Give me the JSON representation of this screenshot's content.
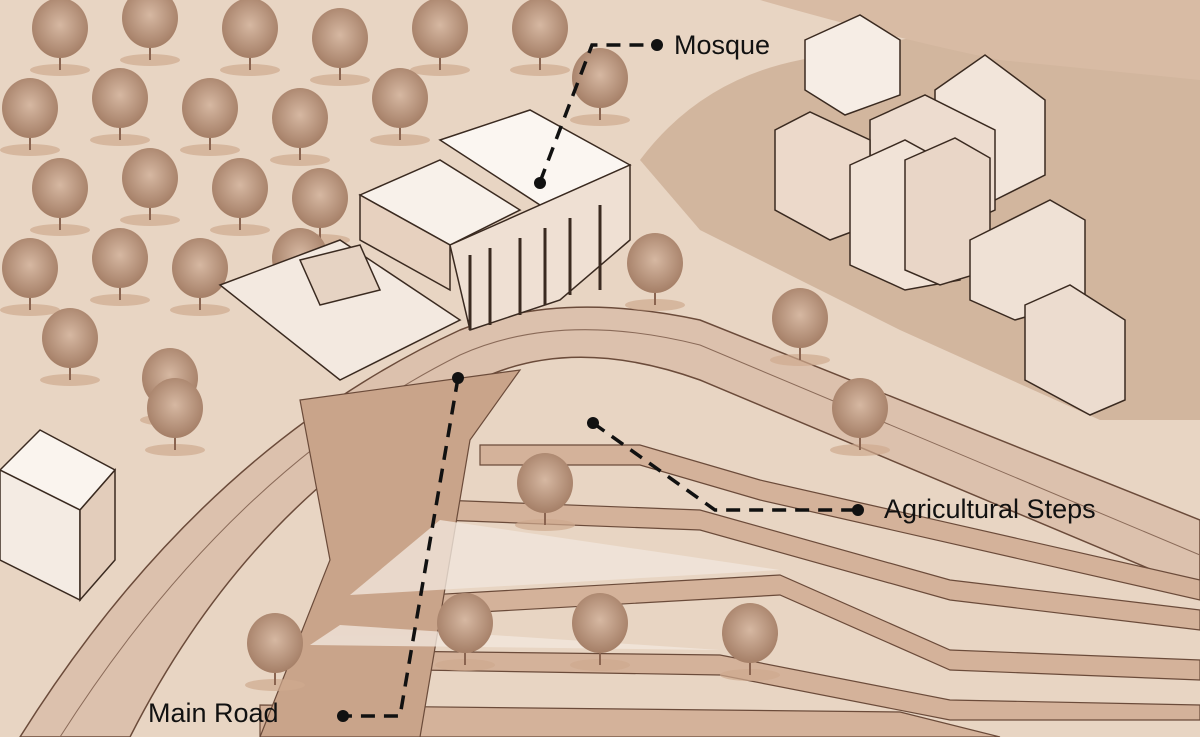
{
  "labels": {
    "mosque": "Mosque",
    "agricultural_steps": "Agricultural Steps",
    "main_road": "Main Road"
  },
  "colors": {
    "background": "#e6d2bf",
    "terrain_dark": "#c9a88e",
    "wall": "#d9b9a0",
    "building_face": "#f6eee6",
    "tree": "#b8927a",
    "leader_line": "#111111"
  }
}
